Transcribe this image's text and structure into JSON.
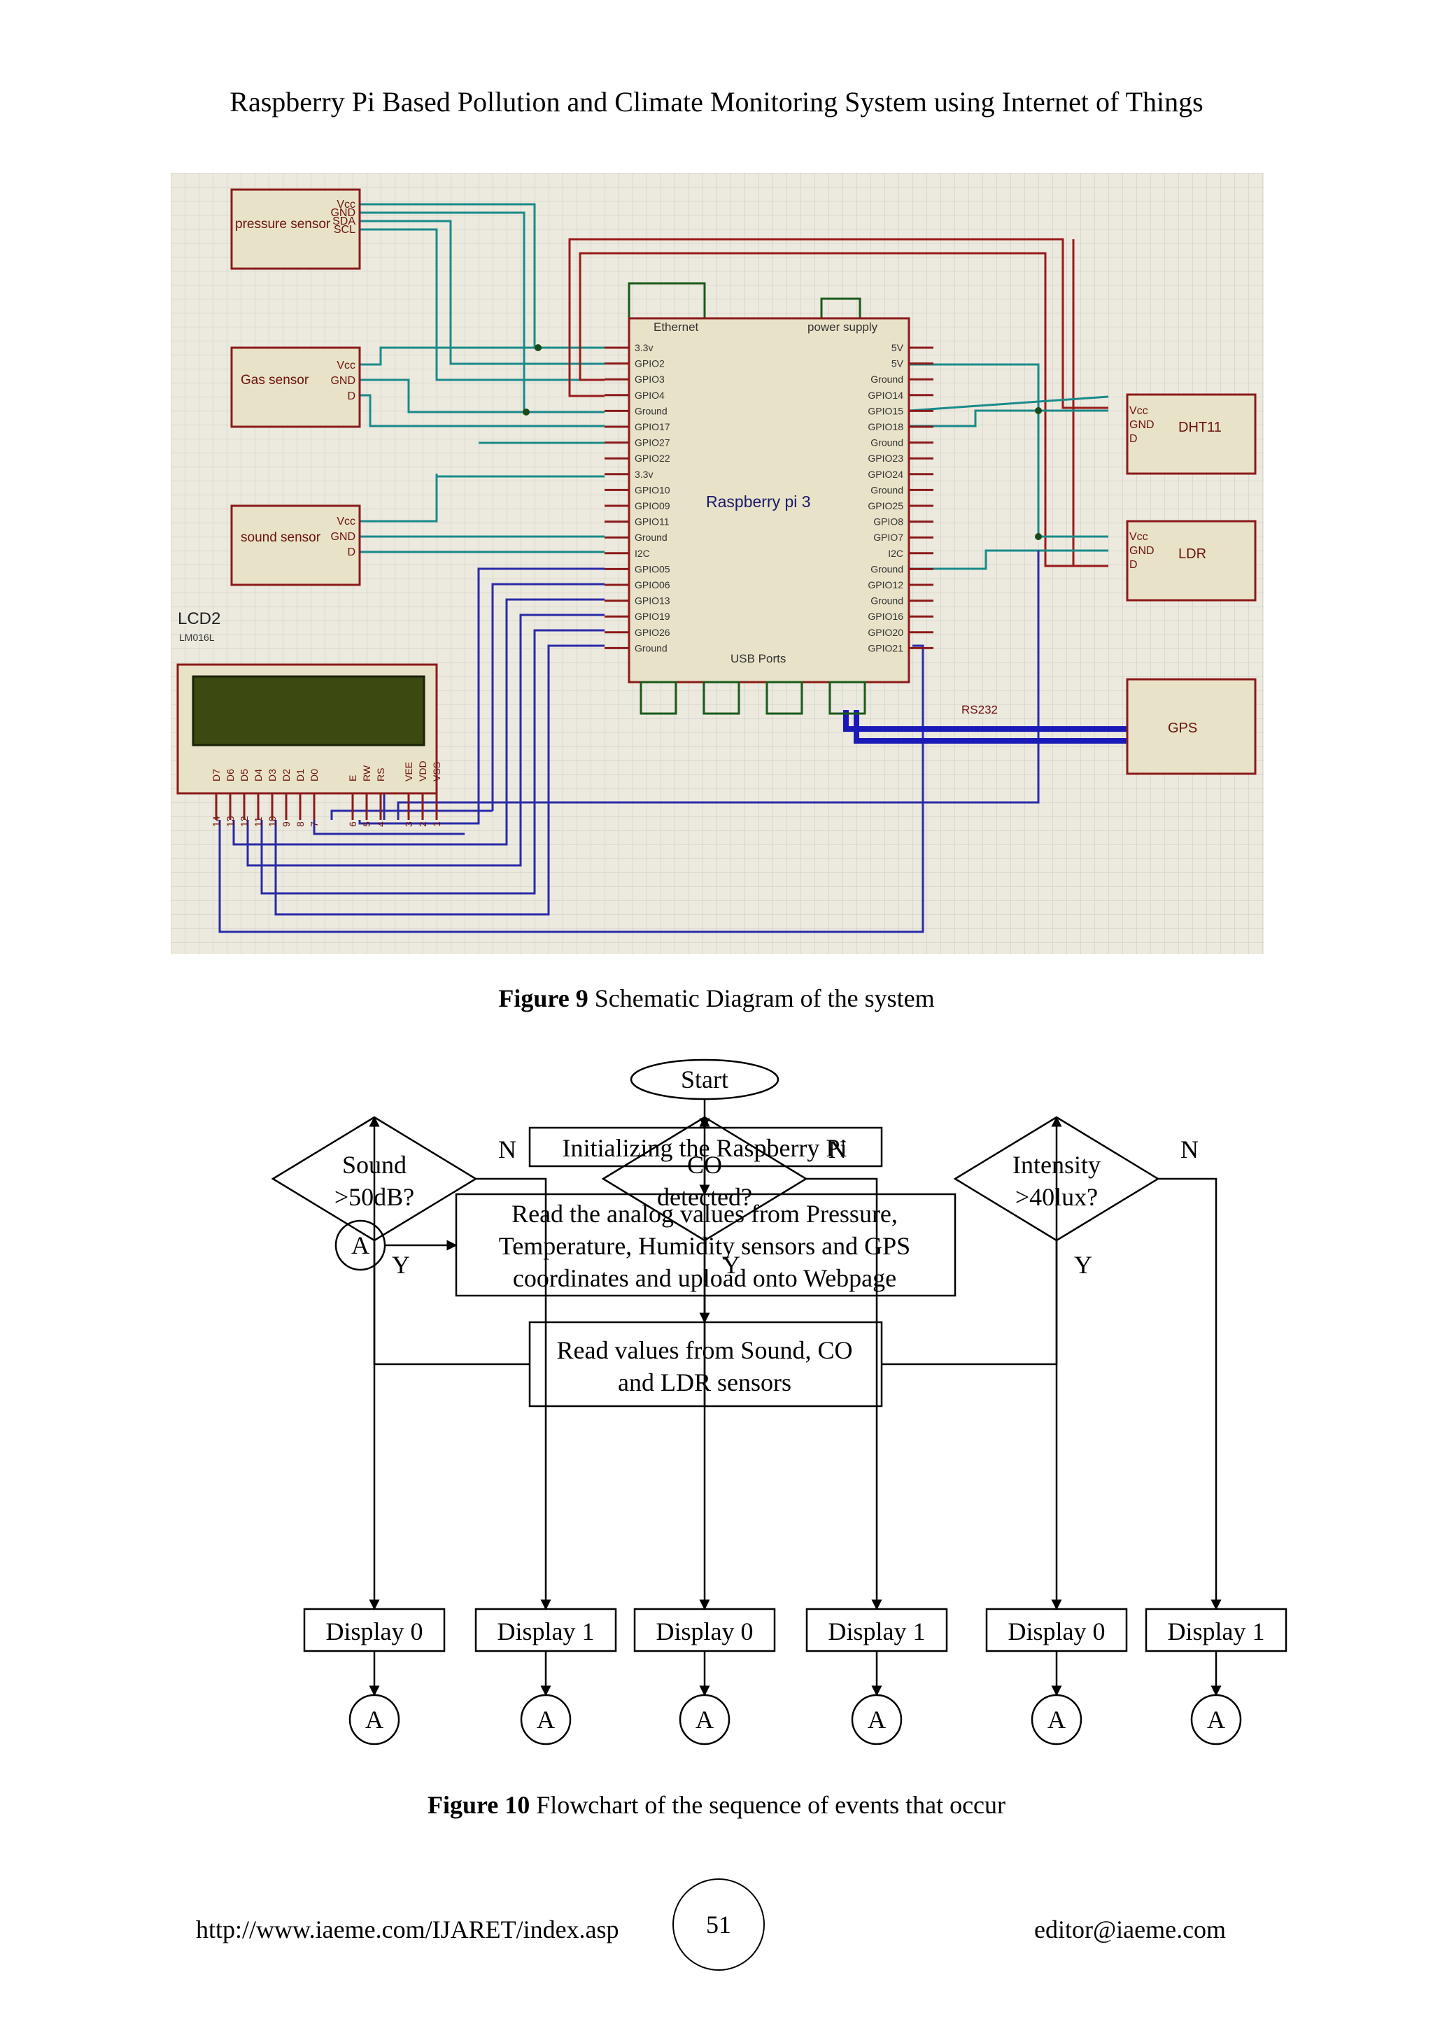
{
  "header": {
    "title": "Raspberry Pi Based Pollution and Climate Monitoring System using Internet of Things"
  },
  "figure9": {
    "caption_label": "Figure 9",
    "caption_text": " Schematic Diagram of the system",
    "pressure_sensor": {
      "label": "pressure sensor",
      "pins": [
        "Vcc",
        "GND",
        "SDA",
        "SCL"
      ]
    },
    "gas_sensor": {
      "label": "Gas sensor",
      "pins": [
        "Vcc",
        "GND",
        "D"
      ]
    },
    "sound_sensor": {
      "label": "sound sensor",
      "pins": [
        "Vcc",
        "GND",
        "D"
      ]
    },
    "lcd": {
      "label": "LCD2",
      "model": "LM016L",
      "pins": [
        "D7",
        "D6",
        "D5",
        "D4",
        "D3",
        "D2",
        "D1",
        "D0",
        "E",
        "RW",
        "RS",
        "VEE",
        "VDD",
        "VSS"
      ],
      "pin_numbers": [
        "14",
        "13",
        "12",
        "11",
        "10",
        "9",
        "8",
        "7",
        "6",
        "5",
        "4",
        "3",
        "2",
        "1"
      ]
    },
    "pi": {
      "label": "Raspberry pi 3",
      "ethernet": "Ethernet",
      "power": "power supply",
      "usb": "USB Ports",
      "left_pins": [
        "3.3v",
        "GPIO2",
        "GPIO3",
        "GPIO4",
        "Ground",
        "GPIO17",
        "GPIO27",
        "GPIO22",
        "3.3v",
        "GPIO10",
        "GPIO09",
        "GPIO11",
        "Ground",
        "I2C",
        "GPIO05",
        "GPIO06",
        "GPIO13",
        "GPIO19",
        "GPIO26",
        "Ground"
      ],
      "right_pins": [
        "5V",
        "5V",
        "Ground",
        "GPIO14",
        "GPIO15",
        "GPIO18",
        "Ground",
        "GPIO23",
        "GPIO24",
        "Ground",
        "GPIO25",
        "GPIO8",
        "GPIO7",
        "I2C",
        "Ground",
        "GPIO12",
        "Ground",
        "GPIO16",
        "GPIO20",
        "GPIO21"
      ]
    },
    "dht11": {
      "label": "DHT11",
      "pins": [
        "Vcc",
        "GND",
        "D"
      ]
    },
    "ldr": {
      "label": "LDR",
      "pins": [
        "Vcc",
        "GND",
        "D"
      ]
    },
    "gps": {
      "label": "GPS"
    },
    "rs232": "RS232"
  },
  "figure10": {
    "caption_label": "Figure 10",
    "caption_text": " Flowchart of the sequence of events that occur",
    "start": "Start",
    "init": "Initializing the Raspberry Pi",
    "read_analog": [
      "Read the analog values from Pressure,",
      "Temperature, Humidity sensors and GPS",
      "coordinates and upload onto Webpage"
    ],
    "read_values": [
      "Read values from Sound, CO",
      "and LDR sensors"
    ],
    "connector": "A",
    "decisions": [
      {
        "lines": [
          "Sound",
          ">50dB?"
        ],
        "yes": "Y",
        "no": "N"
      },
      {
        "lines": [
          "CO",
          "detected?"
        ],
        "yes": "Y",
        "no": "N"
      },
      {
        "lines": [
          "Intensity",
          ">40lux?"
        ],
        "yes": "Y",
        "no": "N"
      }
    ],
    "display0": "Display 0",
    "display1": "Display 1"
  },
  "footer": {
    "url": "http://www.iaeme.com/IJARET/index.asp",
    "page": "51",
    "email": "editor@iaeme.com"
  },
  "colors": {
    "schematic_bg": "#ece9de",
    "grid": "#c8c8c0",
    "component_border": "#8b1a1a",
    "component_fill": "#e8e2c8",
    "wire_teal": "#1a8a8a",
    "wire_red": "#9a1a1a",
    "wire_blue": "#2a2aa8",
    "lcd_screen": "#3c4a12"
  }
}
